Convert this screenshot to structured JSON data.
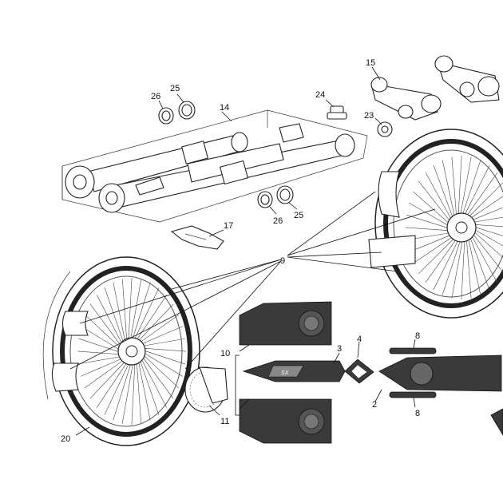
{
  "callouts": {
    "c2": "2",
    "c3": "3",
    "c4": "4",
    "c8a": "8",
    "c8b": "8",
    "c9": "9",
    "c10": "10",
    "c11": "11",
    "c14": "14",
    "c15": "15",
    "c17": "17",
    "c20": "20",
    "c23": "23",
    "c24": "24",
    "c25a": "25",
    "c25b": "25",
    "c26a": "26",
    "c26b": "26"
  },
  "decals": {
    "mudguard_logo": "SX"
  }
}
